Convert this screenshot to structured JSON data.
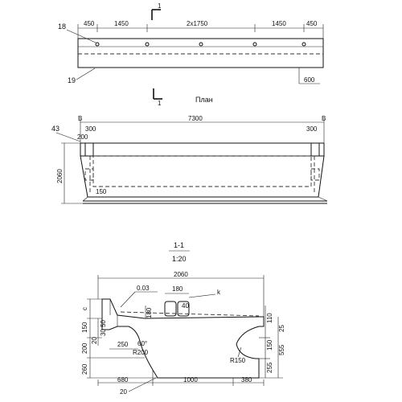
{
  "plan": {
    "dimensions": [
      "450",
      "1450",
      "2x1750",
      "1450",
      "450"
    ],
    "callouts": [
      "18",
      "19"
    ],
    "end_dim": "600",
    "section_mark": "1",
    "title": "План"
  },
  "elevation": {
    "left_mark": "43",
    "axis_left": "В",
    "axis_right": "В",
    "length": "7300",
    "end_left": "300",
    "end_right": "300",
    "inset": "200",
    "height": "2060",
    "bottom": "150"
  },
  "section": {
    "title": "1-1",
    "scale": "1:20",
    "width": "2060",
    "slope": "0.03",
    "dim_180_top": "180",
    "dim_k": "k",
    "dim_40": "40",
    "dim_180_left": "180",
    "radius_200": "R200",
    "angle": "60°",
    "dim_250": "250",
    "dim_20": "20",
    "radius_150": "R150",
    "left_stack": [
      "c",
      "150",
      "200",
      "260"
    ],
    "left_inner": [
      "20",
      "30",
      "50"
    ],
    "right_stack": [
      "110",
      "150",
      "255"
    ],
    "right_outer": [
      "25",
      "555"
    ],
    "bottom_dims": [
      "680",
      "1000",
      "380"
    ]
  }
}
